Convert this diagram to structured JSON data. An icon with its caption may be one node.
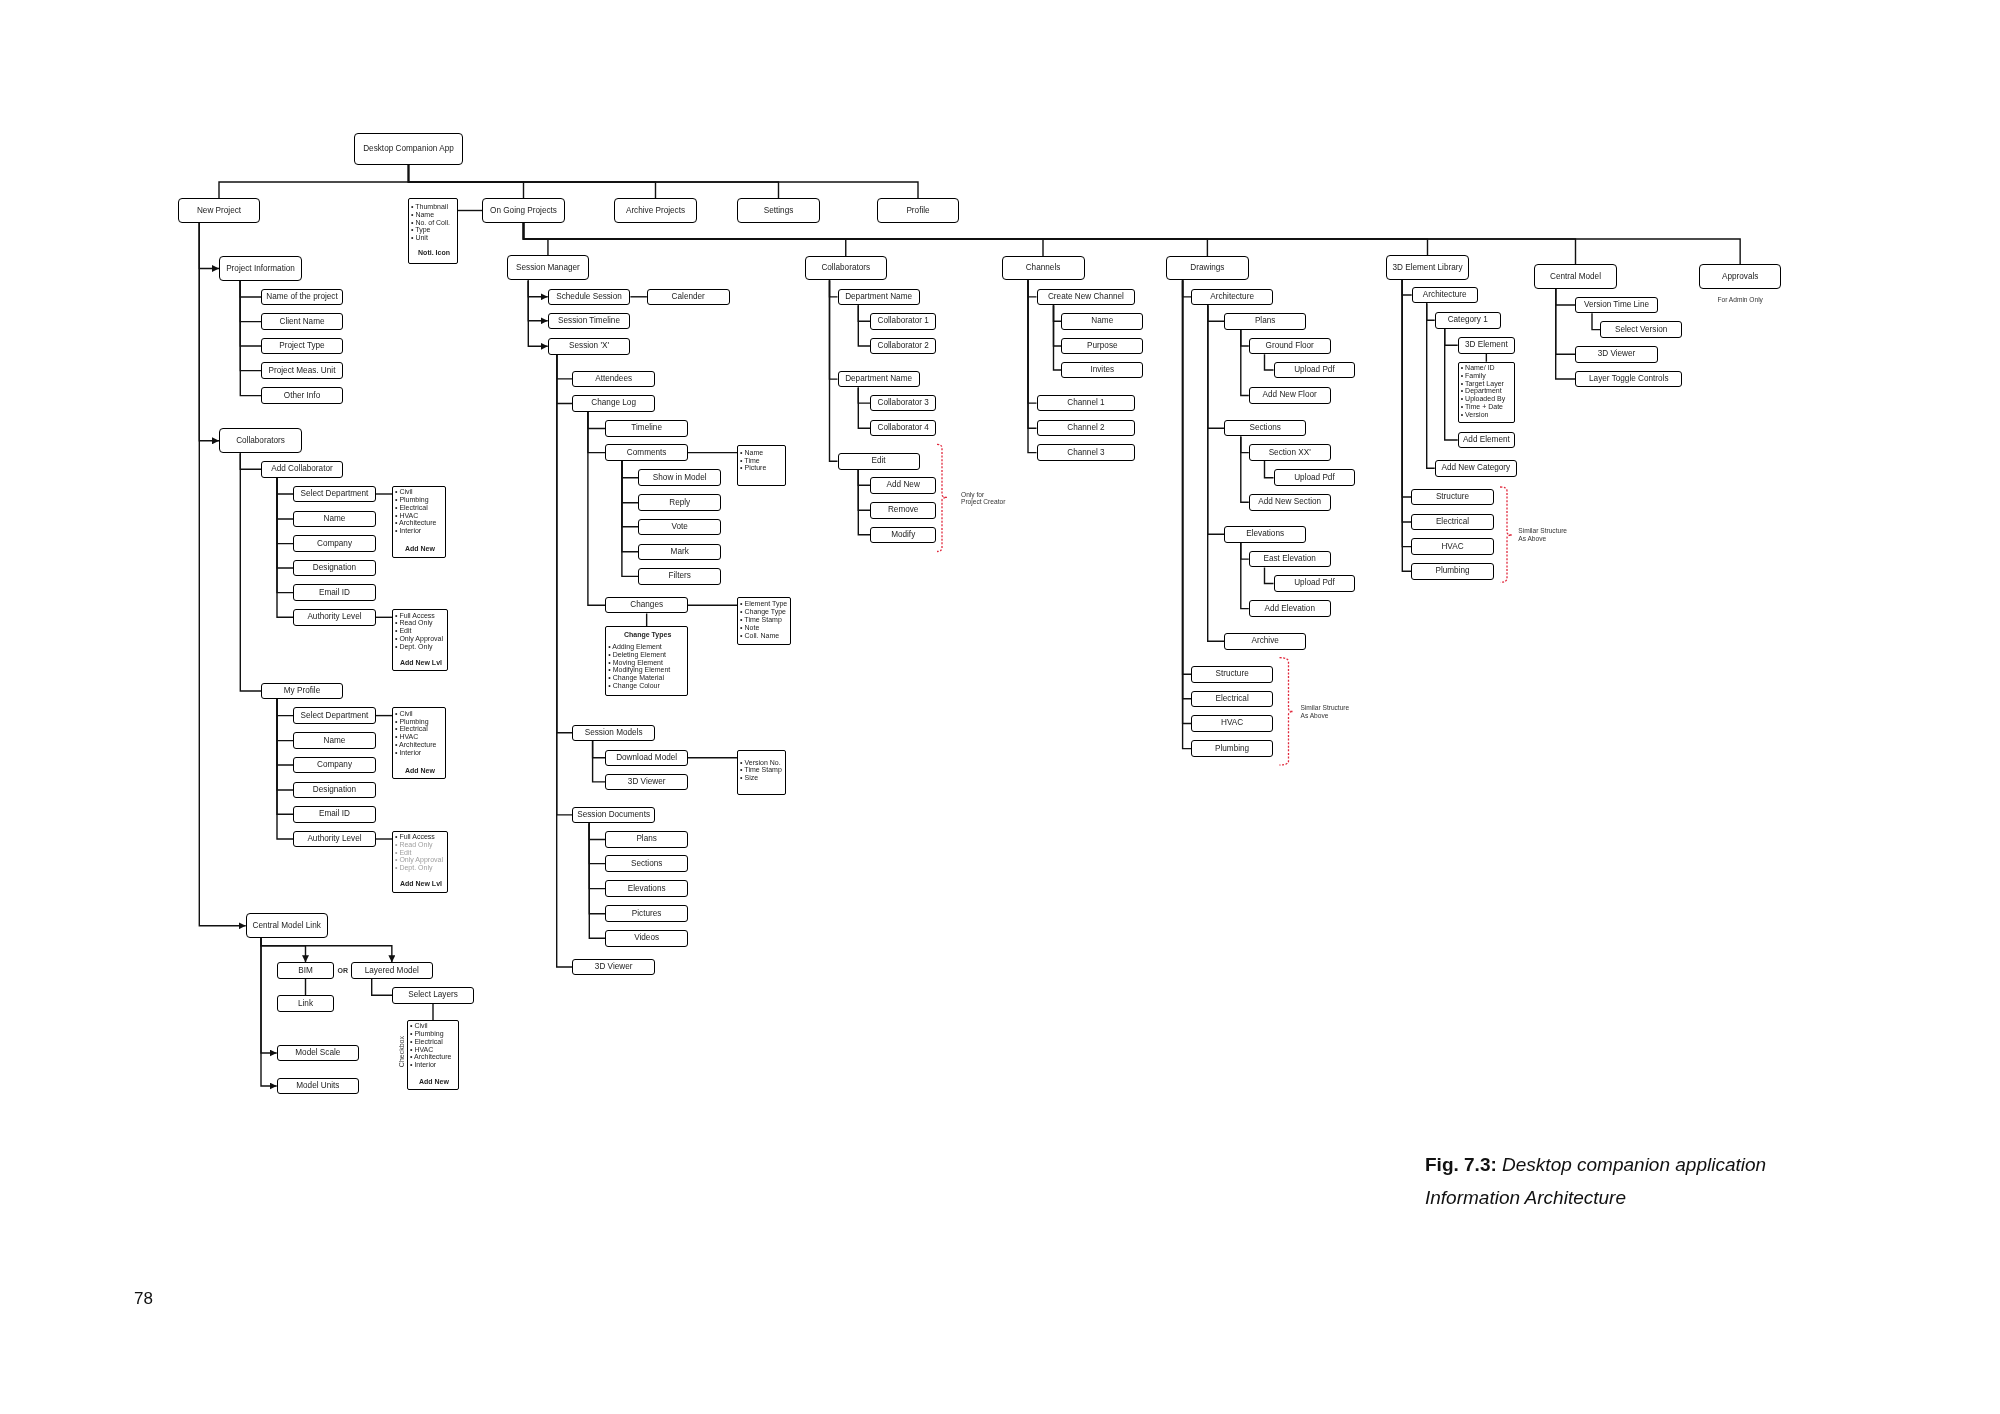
{
  "diagram": {
    "caption": "**Fig. 7.3:** *Desktop companion application Information Architecture*",
    "nodes": [
      {
        "text": [
          "Desktop Companion App"
        ]
      },
      {
        "text": [
          "New Project"
        ]
      },
      {
        "text": [
          "• Thumbnail",
          "• Name",
          "• No. of Coll.",
          "• Type",
          "• Unit",
          "Noti. Icon"
        ]
      },
      {
        "text": [
          "On Going Projects"
        ]
      },
      {
        "text": [
          "Archive Projects"
        ]
      },
      {
        "text": [
          "Settings"
        ]
      },
      {
        "text": [
          "Profile"
        ]
      },
      {
        "text": [
          "Project Information"
        ]
      },
      {
        "text": [
          "Name of the project"
        ]
      },
      {
        "text": [
          "Client Name"
        ]
      },
      {
        "text": [
          "Project Type"
        ]
      },
      {
        "text": [
          "Project Meas. Unit"
        ]
      },
      {
        "text": [
          "Other Info"
        ]
      },
      {
        "text": [
          "Collaborators"
        ]
      },
      {
        "text": [
          "Add Collaborator"
        ]
      },
      {
        "text": [
          "Select Department"
        ]
      },
      {
        "text": [
          "• Civil",
          "• Plumbing",
          "• Electrical",
          "• HVAC",
          "• Architecture",
          "• Interior",
          "Add New"
        ]
      },
      {
        "text": [
          "Name"
        ]
      },
      {
        "text": [
          "Company"
        ]
      },
      {
        "text": [
          "Designation"
        ]
      },
      {
        "text": [
          "Email ID"
        ]
      },
      {
        "text": [
          "Authority Level"
        ]
      },
      {
        "text": [
          "• Full Access",
          "• Read Only",
          "• Edit",
          "• Only Approval",
          "• Dept. Only",
          "Add New Lvl"
        ]
      },
      {
        "text": [
          "My Profile"
        ]
      },
      {
        "text": [
          "Select Department"
        ]
      },
      {
        "text": [
          "• Civil",
          "• Plumbing",
          "• Electrical",
          "• HVAC",
          "• Architecture",
          "• Interior",
          "Add New"
        ]
      },
      {
        "text": [
          "Name"
        ]
      },
      {
        "text": [
          "Company"
        ]
      },
      {
        "text": [
          "Designation"
        ]
      },
      {
        "text": [
          "Email ID"
        ]
      },
      {
        "text": [
          "Authority Level"
        ]
      },
      {
        "text": [
          "• Full Access",
          "• Read Only",
          "• Edit",
          "• Only Approval",
          "• Dept. Only",
          "Add New Lvl"
        ]
      },
      {
        "text": [
          "Central Model Link"
        ]
      },
      {
        "text": [
          "BIM"
        ]
      },
      {
        "text": [
          "Layered Model"
        ]
      },
      {
        "text": [
          "Link"
        ]
      },
      {
        "text": [
          "Select Layers"
        ]
      },
      {
        "text": [
          "• Civil",
          "• Plumbing",
          "• Electrical",
          "• HVAC",
          "• Architecture",
          "• Interior",
          "Add New"
        ],
        "beside": [
          "Checkbox"
        ]
      },
      {
        "text": [
          "Model Scale"
        ]
      },
      {
        "text": [
          "Model Units"
        ]
      },
      {
        "text": [
          "Session Manager"
        ]
      },
      {
        "text": [
          "Schedule Session"
        ]
      },
      {
        "text": [
          "Calender"
        ]
      },
      {
        "text": [
          "Session Timeline"
        ]
      },
      {
        "text": [
          "Session 'X'"
        ]
      },
      {
        "text": [
          "Attendees"
        ]
      },
      {
        "text": [
          "Change Log"
        ]
      },
      {
        "text": [
          "Timeline"
        ]
      },
      {
        "text": [
          "Comments"
        ]
      },
      {
        "text": [
          "• Name",
          "• Time",
          "• Picture"
        ]
      },
      {
        "text": [
          "Show in Model"
        ]
      },
      {
        "text": [
          "Reply"
        ]
      },
      {
        "text": [
          "Vote"
        ]
      },
      {
        "text": [
          "Mark"
        ]
      },
      {
        "text": [
          "Filters"
        ]
      },
      {
        "text": [
          "Changes"
        ]
      },
      {
        "text": [
          "• Element Type",
          "• Change Type",
          "• Time Stamp",
          "• Note",
          "• Coll. Name"
        ]
      },
      {
        "text": [
          "Change Types",
          "• Adding Element",
          "• Deleting Element",
          "• Moving Element",
          "• Modifying Element",
          "• Change Material",
          "• Change Colour"
        ]
      },
      {
        "text": [
          "Session Models"
        ]
      },
      {
        "text": [
          "Download Model"
        ]
      },
      {
        "text": [
          "• Version No.",
          "• Time Stamp",
          "• Size"
        ]
      },
      {
        "text": [
          "3D Viewer"
        ]
      },
      {
        "text": [
          "Session Documents"
        ]
      },
      {
        "text": [
          "Plans"
        ]
      },
      {
        "text": [
          "Sections"
        ]
      },
      {
        "text": [
          "Elevations"
        ]
      },
      {
        "text": [
          "Pictures"
        ]
      },
      {
        "text": [
          "Videos"
        ]
      },
      {
        "text": [
          "3D Viewer"
        ]
      },
      {
        "text": [
          "Collaborators"
        ]
      },
      {
        "text": [
          "Department Name"
        ]
      },
      {
        "text": [
          "Collaborator 1"
        ]
      },
      {
        "text": [
          "Collaborator 2"
        ]
      },
      {
        "text": [
          "Department Name"
        ]
      },
      {
        "text": [
          "Collaborator 3"
        ]
      },
      {
        "text": [
          "Collaborator 4"
        ]
      },
      {
        "text": [
          "Edit"
        ]
      },
      {
        "text": [
          "Add New"
        ]
      },
      {
        "text": [
          "Remove"
        ]
      },
      {
        "text": [
          "Modify"
        ]
      },
      {
        "text": [
          "Channels"
        ]
      },
      {
        "text": [
          "Create New Channel"
        ]
      },
      {
        "text": [
          "Name"
        ]
      },
      {
        "text": [
          "Purpose"
        ]
      },
      {
        "text": [
          "Invites"
        ]
      },
      {
        "text": [
          "Channel 1"
        ]
      },
      {
        "text": [
          "Channel 2"
        ]
      },
      {
        "text": [
          "Channel 3"
        ]
      },
      {
        "text": [
          "Drawings"
        ]
      },
      {
        "text": [
          "Architecture"
        ]
      },
      {
        "text": [
          "Plans"
        ]
      },
      {
        "text": [
          "Ground Floor"
        ]
      },
      {
        "text": [
          "Upload Pdf"
        ]
      },
      {
        "text": [
          "Add New Floor"
        ]
      },
      {
        "text": [
          "Sections"
        ]
      },
      {
        "text": [
          "Section XX'"
        ]
      },
      {
        "text": [
          "Upload Pdf"
        ]
      },
      {
        "text": [
          "Add New Section"
        ]
      },
      {
        "text": [
          "Elevations"
        ]
      },
      {
        "text": [
          "East Elevation"
        ]
      },
      {
        "text": [
          "Upload Pdf"
        ]
      },
      {
        "text": [
          "Add Elevation"
        ]
      },
      {
        "text": [
          "Archive"
        ]
      },
      {
        "text": [
          "Structure"
        ]
      },
      {
        "text": [
          "Electrical"
        ]
      },
      {
        "text": [
          "HVAC"
        ]
      },
      {
        "text": [
          "Plumbing"
        ]
      },
      {
        "text": [
          "3D Element Library"
        ]
      },
      {
        "text": [
          "Architecture"
        ]
      },
      {
        "text": [
          "Category 1"
        ]
      },
      {
        "text": [
          "3D Element"
        ]
      },
      {
        "text": [
          "• Name/ ID",
          "• Family",
          "• Target Layer",
          "• Department",
          "• Uploaded By",
          "• Time + Date",
          "• Version"
        ]
      },
      {
        "text": [
          "Add Element"
        ]
      },
      {
        "text": [
          "Add New Category"
        ]
      },
      {
        "text": [
          "Structure"
        ]
      },
      {
        "text": [
          "Electrical"
        ]
      },
      {
        "text": [
          "HVAC"
        ]
      },
      {
        "text": [
          "Plumbing"
        ]
      },
      {
        "text": [
          "Central Model"
        ]
      },
      {
        "text": [
          "Version Time Line"
        ]
      },
      {
        "text": [
          "Select Version"
        ]
      },
      {
        "text": [
          "3D Viewer"
        ]
      },
      {
        "text": [
          "Layer Toggle Controls"
        ]
      },
      {
        "text": [
          "Approvals"
        ],
        "beside": [
          "For Admin Only"
        ]
      }
    ],
    "edges": [
      {
        "from": 0,
        "to": 1,
        "arrow": "none"
      },
      {
        "from": 0,
        "to": 3,
        "arrow": "none"
      },
      {
        "from": 0,
        "to": 4,
        "arrow": "none"
      },
      {
        "from": 0,
        "to": 5,
        "arrow": "none"
      },
      {
        "from": 0,
        "to": 6,
        "arrow": "none"
      },
      {
        "from": 3,
        "to": 2,
        "arrow": "none"
      },
      {
        "from": 1,
        "to": 7,
        "arrow": "to"
      },
      {
        "from": 1,
        "to": 13,
        "arrow": "to"
      },
      {
        "from": 1,
        "to": 32,
        "arrow": "to"
      },
      {
        "from": 7,
        "to": 8,
        "arrow": "none"
      },
      {
        "from": 7,
        "to": 9,
        "arrow": "none"
      },
      {
        "from": 7,
        "to": 10,
        "arrow": "none"
      },
      {
        "from": 7,
        "to": 11,
        "arrow": "none"
      },
      {
        "from": 7,
        "to": 12,
        "arrow": "none"
      },
      {
        "from": 13,
        "to": 14,
        "arrow": "none"
      },
      {
        "from": 13,
        "to": 23,
        "arrow": "none"
      },
      {
        "from": 14,
        "to": 15,
        "arrow": "none"
      },
      {
        "from": 14,
        "to": 17,
        "arrow": "none"
      },
      {
        "from": 14,
        "to": 18,
        "arrow": "none"
      },
      {
        "from": 14,
        "to": 19,
        "arrow": "none"
      },
      {
        "from": 14,
        "to": 20,
        "arrow": "none"
      },
      {
        "from": 14,
        "to": 21,
        "arrow": "none"
      },
      {
        "from": 15,
        "to": 16,
        "arrow": "none"
      },
      {
        "from": 21,
        "to": 22,
        "arrow": "none"
      },
      {
        "from": 23,
        "to": 24,
        "arrow": "none"
      },
      {
        "from": 23,
        "to": 26,
        "arrow": "none"
      },
      {
        "from": 23,
        "to": 27,
        "arrow": "none"
      },
      {
        "from": 23,
        "to": 28,
        "arrow": "none"
      },
      {
        "from": 23,
        "to": 29,
        "arrow": "none"
      },
      {
        "from": 23,
        "to": 30,
        "arrow": "none"
      },
      {
        "from": 24,
        "to": 25,
        "arrow": "none"
      },
      {
        "from": 30,
        "to": 31,
        "arrow": "none"
      },
      {
        "from": 32,
        "to": 33,
        "arrow": "to"
      },
      {
        "from": 32,
        "to": 34,
        "arrow": "to"
      },
      {
        "from": 32,
        "to": 38,
        "arrow": "to"
      },
      {
        "from": 32,
        "to": 39,
        "arrow": "to"
      },
      {
        "from": 33,
        "to": 35,
        "arrow": "none"
      },
      {
        "from": 34,
        "to": 36,
        "arrow": "none"
      },
      {
        "from": 36,
        "to": 37,
        "arrow": "none"
      },
      {
        "from": 3,
        "to": 40,
        "arrow": "none"
      },
      {
        "from": 3,
        "to": 69,
        "arrow": "none"
      },
      {
        "from": 3,
        "to": 80,
        "arrow": "none"
      },
      {
        "from": 3,
        "to": 88,
        "arrow": "none"
      },
      {
        "from": 3,
        "to": 107,
        "arrow": "none"
      },
      {
        "from": 3,
        "to": 118,
        "arrow": "none"
      },
      {
        "from": 3,
        "to": 123,
        "arrow": "none"
      },
      {
        "from": 40,
        "to": 41,
        "arrow": "to"
      },
      {
        "from": 40,
        "to": 43,
        "arrow": "to"
      },
      {
        "from": 40,
        "to": 44,
        "arrow": "to"
      },
      {
        "from": 41,
        "to": 42,
        "arrow": "none"
      },
      {
        "from": 44,
        "to": 45,
        "arrow": "none"
      },
      {
        "from": 44,
        "to": 46,
        "arrow": "none"
      },
      {
        "from": 44,
        "to": 58,
        "arrow": "none"
      },
      {
        "from": 44,
        "to": 62,
        "arrow": "none"
      },
      {
        "from": 44,
        "to": 68,
        "arrow": "none"
      },
      {
        "from": 46,
        "to": 47,
        "arrow": "none"
      },
      {
        "from": 46,
        "to": 48,
        "arrow": "none"
      },
      {
        "from": 46,
        "to": 55,
        "arrow": "none"
      },
      {
        "from": 48,
        "to": 49,
        "arrow": "none"
      },
      {
        "from": 48,
        "to": 50,
        "arrow": "none"
      },
      {
        "from": 48,
        "to": 51,
        "arrow": "none"
      },
      {
        "from": 48,
        "to": 52,
        "arrow": "none"
      },
      {
        "from": 48,
        "to": 53,
        "arrow": "none"
      },
      {
        "from": 48,
        "to": 54,
        "arrow": "none"
      },
      {
        "from": 55,
        "to": 56,
        "arrow": "none"
      },
      {
        "from": 55,
        "to": 57,
        "arrow": "none"
      },
      {
        "from": 58,
        "to": 59,
        "arrow": "none"
      },
      {
        "from": 58,
        "to": 61,
        "arrow": "none"
      },
      {
        "from": 59,
        "to": 60,
        "arrow": "none"
      },
      {
        "from": 62,
        "to": 63,
        "arrow": "none"
      },
      {
        "from": 62,
        "to": 64,
        "arrow": "none"
      },
      {
        "from": 62,
        "to": 65,
        "arrow": "none"
      },
      {
        "from": 62,
        "to": 66,
        "arrow": "none"
      },
      {
        "from": 62,
        "to": 67,
        "arrow": "none"
      },
      {
        "from": 69,
        "to": 70,
        "arrow": "none"
      },
      {
        "from": 69,
        "to": 73,
        "arrow": "none"
      },
      {
        "from": 69,
        "to": 76,
        "arrow": "none"
      },
      {
        "from": 70,
        "to": 71,
        "arrow": "none"
      },
      {
        "from": 70,
        "to": 72,
        "arrow": "none"
      },
      {
        "from": 73,
        "to": 74,
        "arrow": "none"
      },
      {
        "from": 73,
        "to": 75,
        "arrow": "none"
      },
      {
        "from": 76,
        "to": 77,
        "arrow": "none"
      },
      {
        "from": 76,
        "to": 78,
        "arrow": "none"
      },
      {
        "from": 76,
        "to": 79,
        "arrow": "none"
      },
      {
        "from": 80,
        "to": 81,
        "arrow": "none"
      },
      {
        "from": 80,
        "to": 85,
        "arrow": "none"
      },
      {
        "from": 80,
        "to": 86,
        "arrow": "none"
      },
      {
        "from": 80,
        "to": 87,
        "arrow": "none"
      },
      {
        "from": 81,
        "to": 82,
        "arrow": "none"
      },
      {
        "from": 81,
        "to": 83,
        "arrow": "none"
      },
      {
        "from": 81,
        "to": 84,
        "arrow": "none"
      },
      {
        "from": 88,
        "to": 89,
        "arrow": "none"
      },
      {
        "from": 88,
        "to": 103,
        "arrow": "none"
      },
      {
        "from": 88,
        "to": 104,
        "arrow": "none"
      },
      {
        "from": 88,
        "to": 105,
        "arrow": "none"
      },
      {
        "from": 88,
        "to": 106,
        "arrow": "none"
      },
      {
        "from": 89,
        "to": 90,
        "arrow": "none"
      },
      {
        "from": 89,
        "to": 94,
        "arrow": "none"
      },
      {
        "from": 89,
        "to": 98,
        "arrow": "none"
      },
      {
        "from": 89,
        "to": 102,
        "arrow": "none"
      },
      {
        "from": 90,
        "to": 91,
        "arrow": "none"
      },
      {
        "from": 90,
        "to": 93,
        "arrow": "none"
      },
      {
        "from": 91,
        "to": 92,
        "arrow": "none"
      },
      {
        "from": 94,
        "to": 95,
        "arrow": "none"
      },
      {
        "from": 94,
        "to": 97,
        "arrow": "none"
      },
      {
        "from": 95,
        "to": 96,
        "arrow": "none"
      },
      {
        "from": 98,
        "to": 99,
        "arrow": "none"
      },
      {
        "from": 98,
        "to": 101,
        "arrow": "none"
      },
      {
        "from": 99,
        "to": 100,
        "arrow": "none"
      },
      {
        "from": 107,
        "to": 108,
        "arrow": "none"
      },
      {
        "from": 107,
        "to": 114,
        "arrow": "none"
      },
      {
        "from": 107,
        "to": 115,
        "arrow": "none"
      },
      {
        "from": 107,
        "to": 116,
        "arrow": "none"
      },
      {
        "from": 107,
        "to": 117,
        "arrow": "none"
      },
      {
        "from": 108,
        "to": 109,
        "arrow": "none"
      },
      {
        "from": 108,
        "to": 113,
        "arrow": "none"
      },
      {
        "from": 109,
        "to": 110,
        "arrow": "none"
      },
      {
        "from": 109,
        "to": 112,
        "arrow": "none"
      },
      {
        "from": 110,
        "to": 111,
        "arrow": "none"
      },
      {
        "from": 118,
        "to": 119,
        "arrow": "none"
      },
      {
        "from": 118,
        "to": 121,
        "arrow": "none"
      },
      {
        "from": 118,
        "to": 122,
        "arrow": "none"
      },
      {
        "from": 119,
        "to": 120,
        "arrow": "none"
      }
    ],
    "labels": [
      "OR",
      "Only for Project Creator",
      "Similar Structure As Above",
      "Similar Structure As Above",
      "78"
    ]
  }
}
